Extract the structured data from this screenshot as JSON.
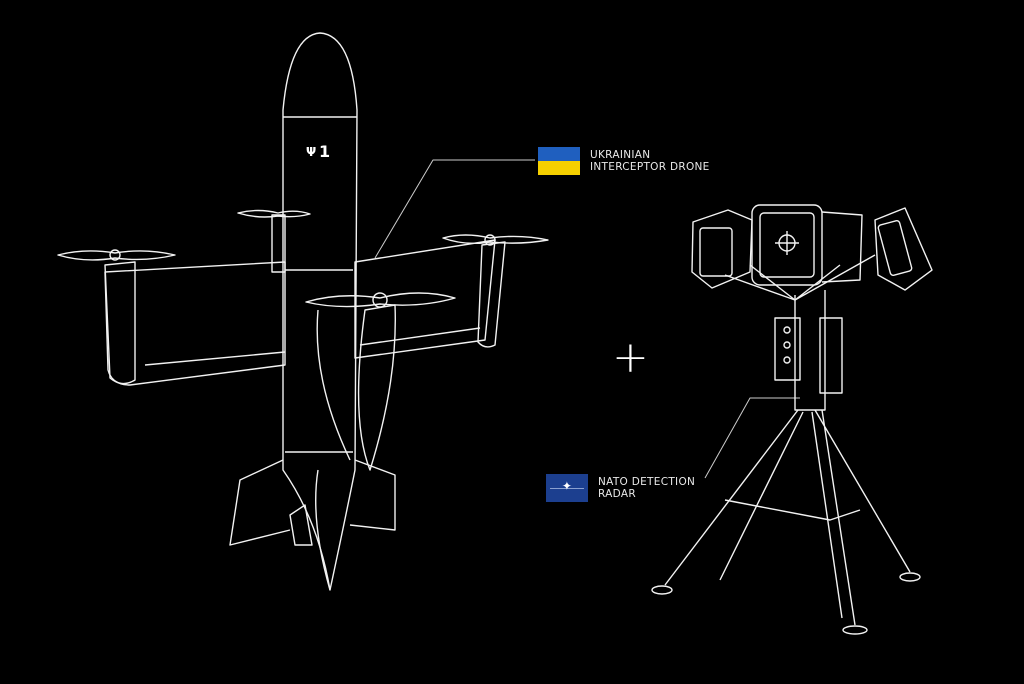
{
  "drone_label": {
    "line1": "UKRAINIAN",
    "line2": "INTERCEPTOR DRONE",
    "flag": "ukraine-flag",
    "colors": [
      "#1f5fbf",
      "#f5d000"
    ]
  },
  "radar_label": {
    "line1": "NATO DETECTION",
    "line2": "RADAR",
    "flag": "nato-flag",
    "color": "#1c3f8f"
  },
  "drone_marking": "1",
  "plus": "+"
}
